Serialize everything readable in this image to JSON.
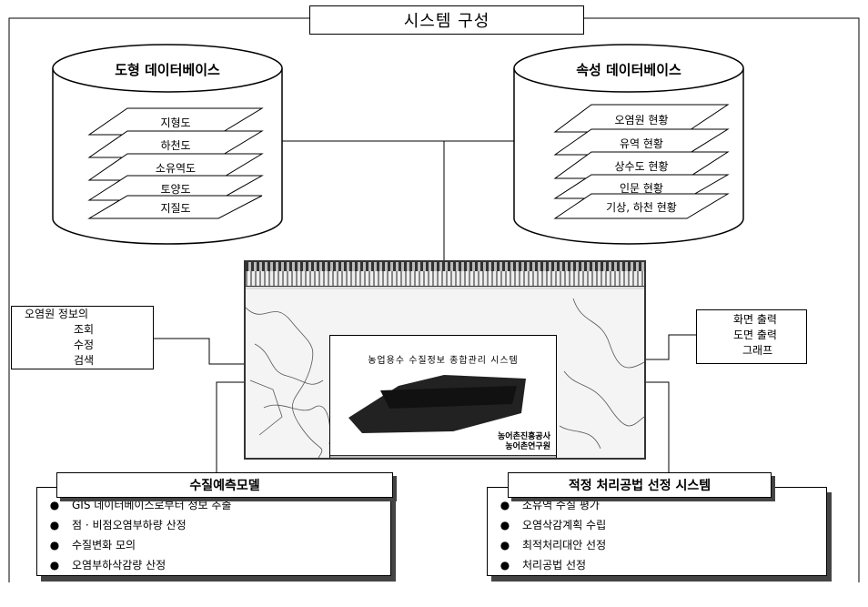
{
  "title": "시스템 구성",
  "graphic_db": {
    "title": "도형 데이터베이스",
    "layers": [
      "지형도",
      "하천도",
      "소유역도",
      "토양도",
      "지질도"
    ]
  },
  "attribute_db": {
    "title": "속성 데이터베이스",
    "layers": [
      "오염원 현황",
      "유역 현황",
      "상수도 현황",
      "인문 현황",
      "기상, 하천 현황"
    ]
  },
  "left_box": {
    "lines": [
      "오염원 정보의",
      "조회",
      "수정",
      "검색"
    ]
  },
  "right_box": {
    "lines": [
      "화면 출력",
      "도면 출력",
      "그래프"
    ]
  },
  "screen": {
    "splash_title": "농업용수 수질정보 종합관리 시스템",
    "splash_org": [
      "농어촌진흥공사",
      "농어촌연구원"
    ]
  },
  "left_panel": {
    "title": "수질예측모델",
    "items": [
      "GIS 데이터베이스로부터 정보 추출",
      "점 · 비점오염부하량 산정",
      "수질변화 모의",
      "오염부하삭감량 산정"
    ]
  },
  "right_panel": {
    "title": "적정 처리공법 선정 시스템",
    "items": [
      "소유역 수질 평가",
      "오염삭감계획 수립",
      "최적처리대안 선정",
      "처리공법 선정"
    ]
  },
  "bullet": "●"
}
